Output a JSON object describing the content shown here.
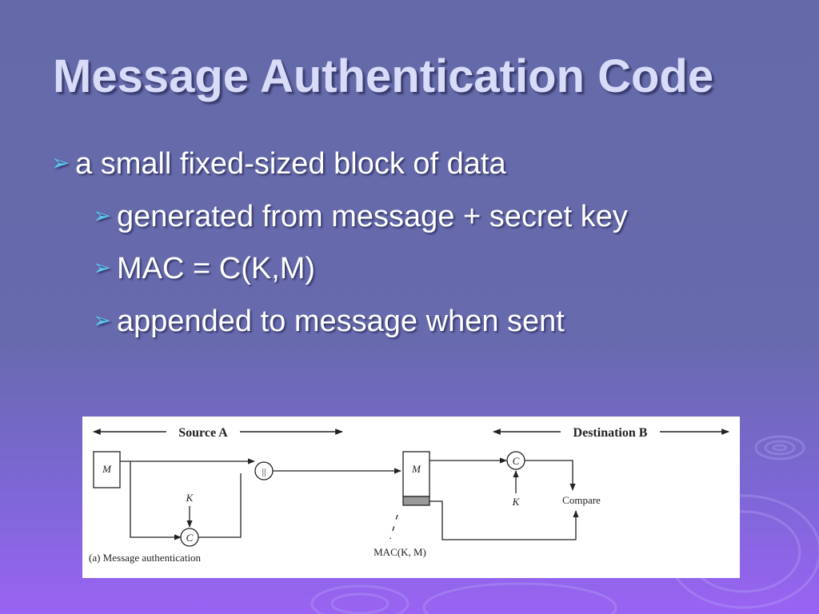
{
  "slide": {
    "title": "Message Authentication Code",
    "bullets": [
      {
        "level": 1,
        "text": "a small fixed-sized block of data"
      },
      {
        "level": 2,
        "text": "generated from message + secret key"
      },
      {
        "level": 2,
        "text": "MAC = C(K,M)"
      },
      {
        "level": 2,
        "text": "appended to message when sent"
      }
    ],
    "bullet_icon": "arrowhead-icon"
  },
  "figure": {
    "source_label": "Source A",
    "destination_label": "Destination B",
    "message_src": "M",
    "message_dst": "M",
    "key_src": "K",
    "key_dst": "K",
    "function_src": "C",
    "function_dst": "C",
    "concat_symbol": "||",
    "compare_label": "Compare",
    "mac_label": "MAC(K, M)",
    "caption": "(a) Message authentication"
  }
}
